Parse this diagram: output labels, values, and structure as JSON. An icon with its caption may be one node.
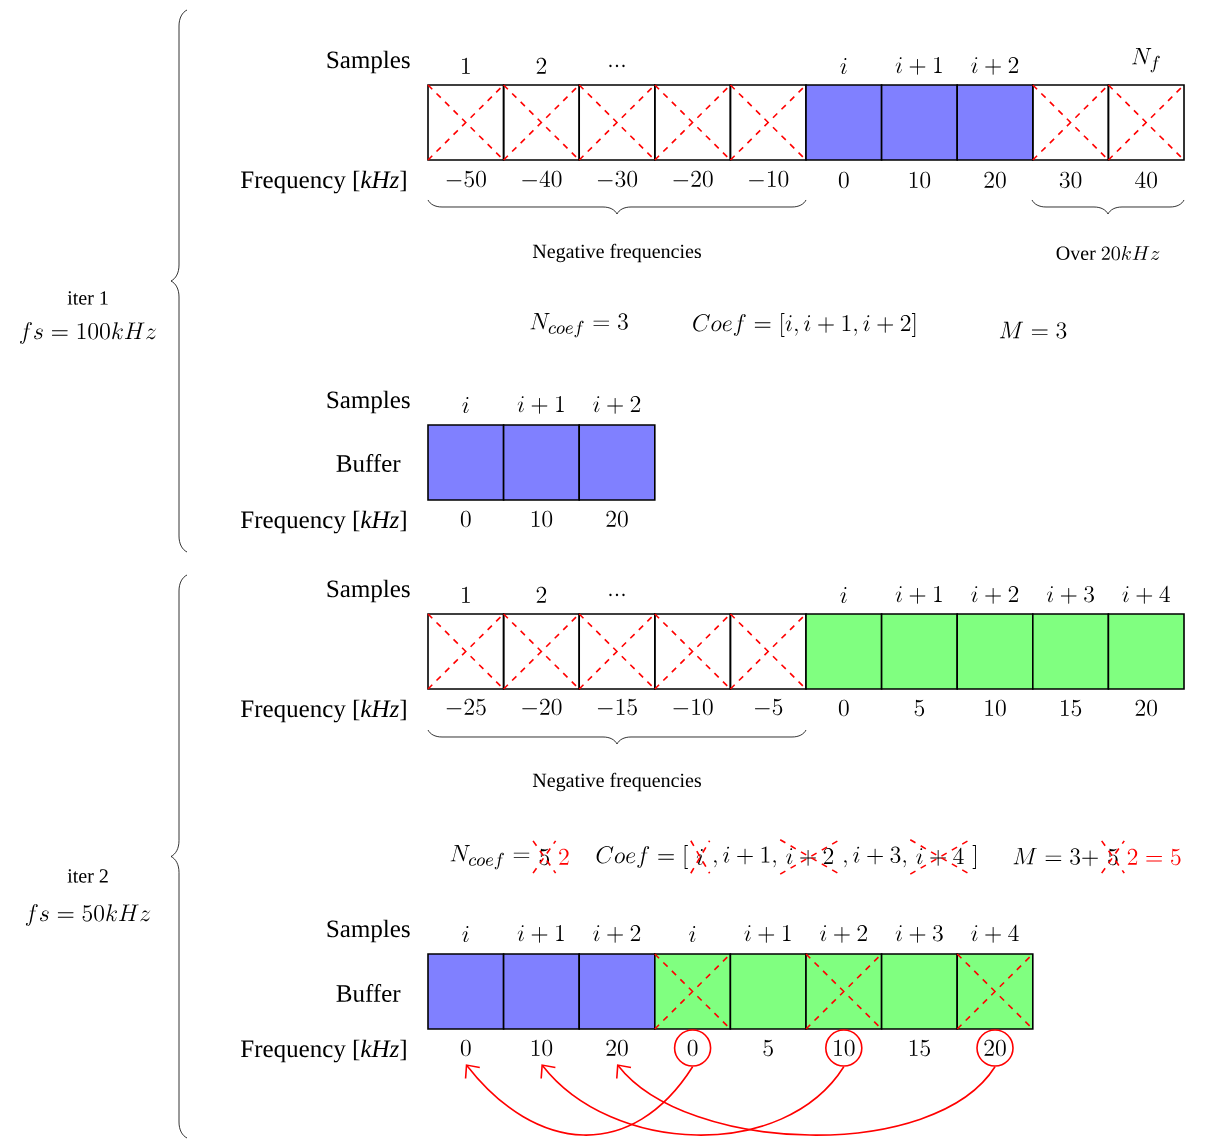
{
  "diagram": {
    "nodes": [
      {
        "text": [
          "0"
        ]
      },
      {
        "text": [
          "10"
        ]
      },
      {
        "text": [
          "20"
        ]
      },
      {
        "text": [
          "0"
        ]
      },
      {
        "text": [
          "10"
        ]
      },
      {
        "text": [
          "20"
        ]
      }
    ],
    "edges": [
      {
        "from": 3,
        "to": 0,
        "arrow": "to"
      },
      {
        "from": 4,
        "to": 1,
        "arrow": "to"
      },
      {
        "from": 5,
        "to": 2,
        "arrow": "to"
      }
    ],
    "labels": [
      "Samples",
      "1",
      "2",
      "...",
      "i",
      "i+1",
      "i+2",
      "N_f",
      "Frequency [*kHz*]",
      "-50",
      "-40",
      "-30",
      "-20",
      "-10",
      "0",
      "10",
      "20",
      "30",
      "40",
      "Negative frequencies",
      "\\mathrm{Over}\\ 20kHz",
      "iter 1",
      "fs = 100kHz",
      "N_{coef} = 3",
      "Coef = [i, i+1, i+2]",
      "M = 3",
      "Samples",
      "i",
      "i+1",
      "i+2",
      "Buffer",
      "Frequency [*kHz*]",
      "0",
      "10",
      "20",
      "iter 2",
      "fs = 50kHz",
      "Samples",
      "1",
      "2",
      "...",
      "i",
      "i+1",
      "i+2",
      "i+3",
      "i+4",
      "Frequency [*kHz*]",
      "-25",
      "-20",
      "-15",
      "-10",
      "-5",
      "0",
      "5",
      "10",
      "15",
      "20",
      "Negative frequencies",
      "N_{coef} =",
      "5",
      "2",
      "Coef = [",
      "i",
      ", i+1,",
      "i+2",
      ", i+3,",
      "i+4",
      "]",
      "M = 3 +",
      "5",
      "2 = 5",
      "Samples",
      "i",
      "i+1",
      "i+2",
      "i",
      "i+1",
      "i+2",
      "i+3",
      "i+4",
      "Buffer",
      "Frequency [*kHz*]",
      "5",
      "15"
    ]
  }
}
